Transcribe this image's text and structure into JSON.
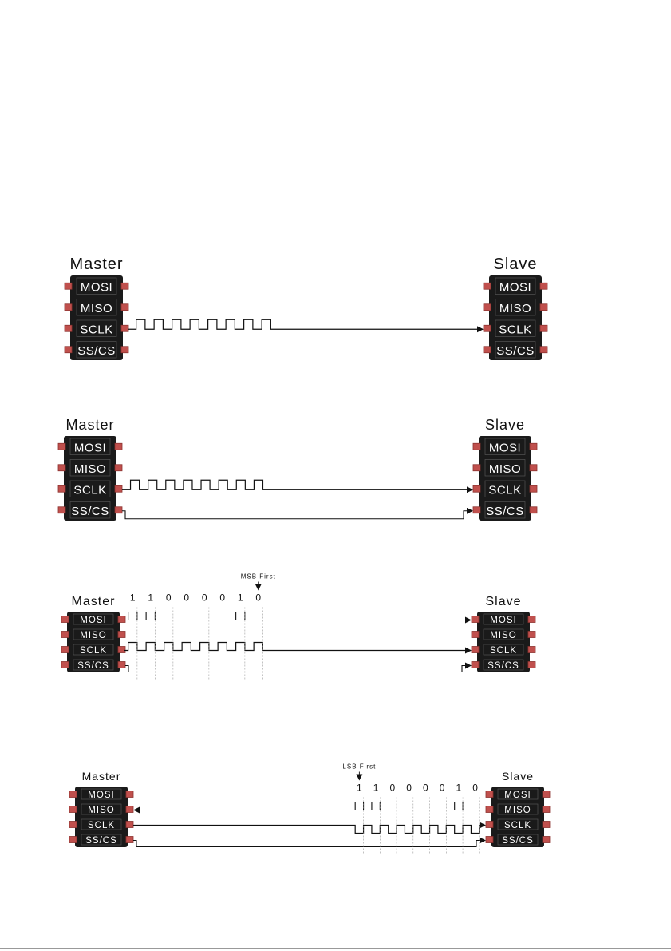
{
  "colors": {
    "chip_body": "#1a1a1a",
    "pin": "#c0504d",
    "pin_dark": "#8c3330",
    "wire": "#111111",
    "guide": "#9a9a9a"
  },
  "pin_labels": [
    "MOSI",
    "MISO",
    "SCLK",
    "SS/CS"
  ],
  "diagrams": [
    {
      "master_title": "Master",
      "slave_title": "Slave",
      "clock_pulses": 8,
      "show_ss_line": false,
      "data": null
    },
    {
      "master_title": "Master",
      "slave_title": "Slave",
      "clock_pulses": 8,
      "show_ss_line": true,
      "data": null
    },
    {
      "master_title": "Master",
      "slave_title": "Slave",
      "clock_pulses": 8,
      "show_ss_line": true,
      "data": {
        "line": "MOSI",
        "direction": "master_to_slave",
        "bits": [
          "1",
          "1",
          "0",
          "0",
          "0",
          "0",
          "1",
          "0"
        ],
        "order_label": "MSB First"
      }
    },
    {
      "master_title": "Master",
      "slave_title": "Slave",
      "clock_pulses": 8,
      "show_ss_line": true,
      "data": {
        "line": "MISO",
        "direction": "slave_to_master",
        "bits": [
          "1",
          "1",
          "0",
          "0",
          "0",
          "0",
          "1",
          "0"
        ],
        "order_label": "LSB First"
      }
    }
  ]
}
